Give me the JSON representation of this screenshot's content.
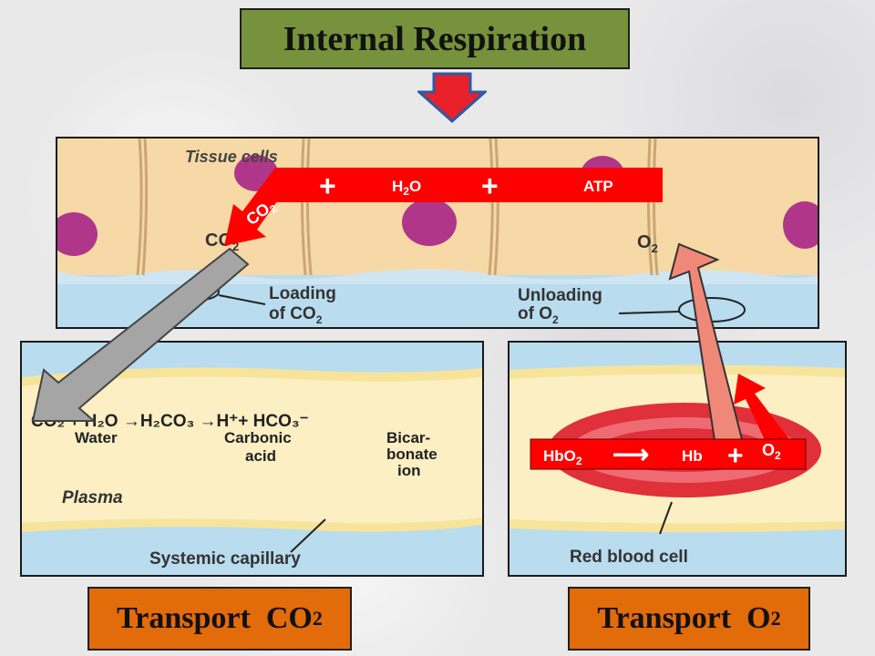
{
  "title": "Internal Respiration",
  "top_panel": {
    "tissue_label": "Tissue cells",
    "co2_label": "CO",
    "co2_sub": "2",
    "o2_label": "O",
    "o2_sub": "2",
    "loading_line1": "Loading",
    "loading_line2": "of CO",
    "loading_sub": "2",
    "unloading_line1": "Unloading",
    "unloading_line2": "of O",
    "unloading_sub": "2"
  },
  "reaction_bar": {
    "co2_main": "CO",
    "co2_sub": "2",
    "plus1": "+",
    "h2o_a": "H",
    "h2o_sub": "2",
    "h2o_b": "O",
    "plus2": "+",
    "atp": "ATP"
  },
  "left_panel": {
    "equation": "CO₂ + H₂O →H₂CO₃ →H⁺+ HCO₃⁻",
    "label_water": "Water",
    "label_carbonic1": "Carbonic",
    "label_carbonic2": "acid",
    "label_bicar1": "Bicar-",
    "label_bicar2": "bonate",
    "label_bicar3": "ion",
    "plasma": "Plasma",
    "capillary": "Systemic capillary"
  },
  "right_panel": {
    "hbo2_main": "HbO",
    "hbo2_sub": "2",
    "arrow": "⟶",
    "hb": "Hb",
    "plus": "+",
    "o2_main": "O",
    "o2_sub": "2",
    "rbc_label": "Red blood cell"
  },
  "bottom_left": {
    "main": "Transport  CO",
    "sub": "2"
  },
  "bottom_right": {
    "main": "Transport  O",
    "sub": "2"
  },
  "colors": {
    "title_bg": "#76923c",
    "bottom_bg": "#e26b0a",
    "red": "#ff0000",
    "tissue": "#f8dcac",
    "nucleus": "#b0368a",
    "plasma": "#faecb4",
    "blood_cell": "#e0303a"
  }
}
